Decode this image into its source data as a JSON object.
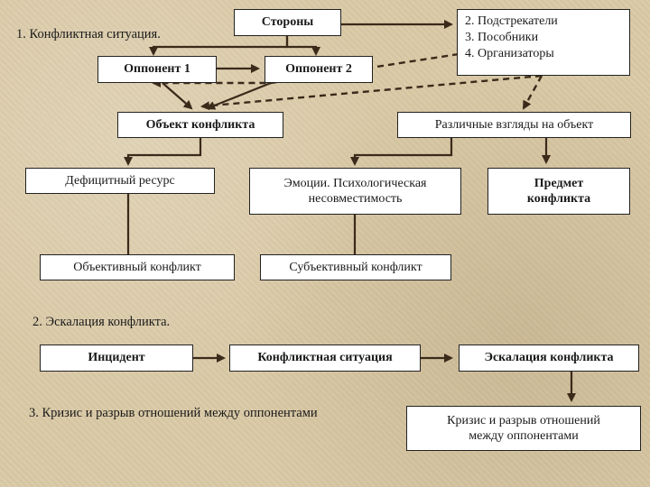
{
  "sections": {
    "s1": "1. Конфликтная ситуация.",
    "s2": "2. Эскалация конфликта.",
    "s3": "3. Кризис и разрыв отношений между оппонентами"
  },
  "boxes": {
    "storony": "Стороны",
    "participants": [
      "2. Подстрекатели",
      "3. Пособники",
      "4. Организаторы"
    ],
    "opponent1": "Оппонент 1",
    "opponent2": "Оппонент 2",
    "object": "Объект конфликта",
    "views": "Различные взгляды на объект",
    "deficit": "Дефицитный ресурс",
    "emotions_1": "Эмоции. Психологическая",
    "emotions_2": "несовместимость",
    "subject_1": "Предмет",
    "subject_2": "конфликта",
    "objective": "Объективный конфликт",
    "subjective": "Субъективный конфликт",
    "incident": "Инцидент",
    "situation": "Конфликтная ситуация",
    "escalation": "Эскалация конфликта",
    "crisis_1": "Кризис и разрыв отношений",
    "crisis_2": "между оппонентами"
  },
  "colors": {
    "line": "#3a2a1a",
    "box_border": "#222222",
    "background": "#d9c9a6"
  }
}
